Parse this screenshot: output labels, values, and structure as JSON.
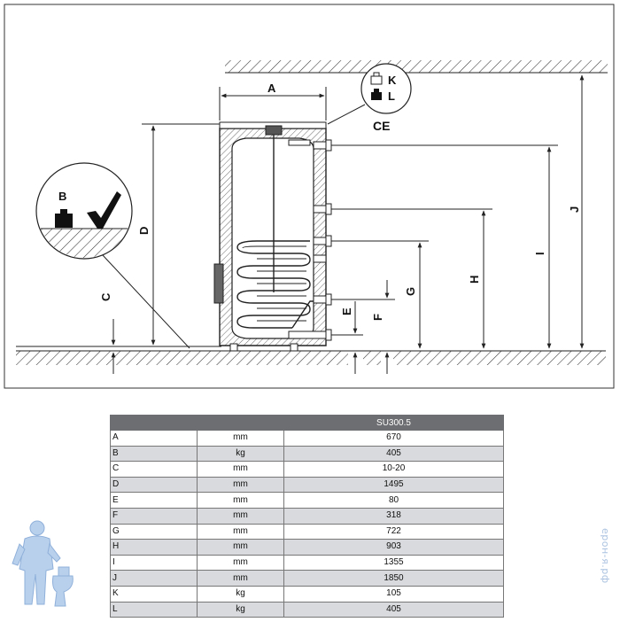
{
  "diagram": {
    "dimension_labels": {
      "A": "A",
      "B": "B",
      "C": "C",
      "D": "D",
      "E": "E",
      "F": "F",
      "G": "G",
      "H": "H",
      "I": "I",
      "J": "J",
      "K": "K",
      "L": "L"
    },
    "ce_mark": "CE"
  },
  "table": {
    "header": [
      "",
      "",
      "SU300.5"
    ],
    "rows": [
      [
        "A",
        "mm",
        "670"
      ],
      [
        "B",
        "kg",
        "405"
      ],
      [
        "C",
        "mm",
        "10-20"
      ],
      [
        "D",
        "mm",
        "1495"
      ],
      [
        "E",
        "mm",
        "80"
      ],
      [
        "F",
        "mm",
        "318"
      ],
      [
        "G",
        "mm",
        "722"
      ],
      [
        "H",
        "mm",
        "903"
      ],
      [
        "I",
        "mm",
        "1355"
      ],
      [
        "J",
        "mm",
        "1850"
      ],
      [
        "K",
        "kg",
        "105"
      ],
      [
        "L",
        "kg",
        "405"
      ]
    ]
  },
  "watermark": {
    "text": "ерон-я.рф",
    "icon": "plumber-with-toilet-icon",
    "color": "#aac2e0"
  }
}
